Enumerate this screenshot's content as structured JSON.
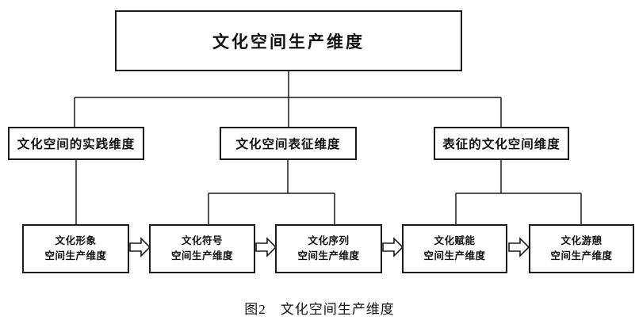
{
  "diagram": {
    "root": {
      "label": "文化空间生产维度"
    },
    "level2": [
      {
        "label": "文化空间的实践维度"
      },
      {
        "label": "文化空间表征维度"
      },
      {
        "label": "表征的文化空间维度"
      }
    ],
    "level3": [
      {
        "line1": "文化形象",
        "line2": "空间生产维度"
      },
      {
        "line1": "文化符号",
        "line2": "空间生产维度"
      },
      {
        "line1": "文化序列",
        "line2": "空间生产维度"
      },
      {
        "line1": "文化赋能",
        "line2": "空间生产维度"
      },
      {
        "line1": "文化游憩",
        "line2": "空间生产维度"
      }
    ],
    "caption": "图2　文化空间生产维度",
    "icons": {
      "arrow": "block-arrow-right-icon"
    },
    "colors": {
      "background": "#ffffff",
      "line": "#1a1a1a",
      "box_border": "#1a1a1a",
      "text": "#111111"
    }
  }
}
